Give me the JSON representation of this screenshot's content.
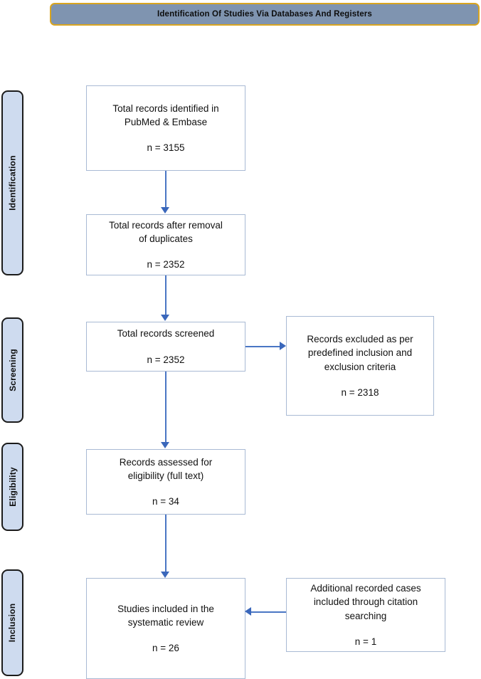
{
  "banner": {
    "title": "Identification Of Studies Via Databases And Registers",
    "fill_color": "#7f94b0",
    "border_color": "#d9a520"
  },
  "stages": [
    {
      "label": "Identification"
    },
    {
      "label": "Screening"
    },
    {
      "label": "Eligibility"
    },
    {
      "label": "Inclusion"
    }
  ],
  "boxes": {
    "identified": {
      "line1": "Total records identified in",
      "line2": "PubMed & Embase",
      "count": "n = 3155"
    },
    "deduplicated": {
      "line1": "Total records after removal",
      "line2": "of duplicates",
      "count": "n = 2352"
    },
    "screened": {
      "line1": "Total records screened",
      "count": "n = 2352"
    },
    "excluded": {
      "line1": "Records excluded as per",
      "line2": "predefined inclusion and",
      "line3": "exclusion criteria",
      "count": "n = 2318"
    },
    "assessed": {
      "line1": "Records assessed for",
      "line2": "eligibility (full text)",
      "count": "n = 34"
    },
    "included": {
      "line1": "Studies included in the",
      "line2": "systematic review",
      "count": "n = 26"
    },
    "citation": {
      "line1": "Additional recorded cases",
      "line2": "included through citation",
      "line3": "searching",
      "count": "n = 1"
    }
  },
  "colors": {
    "arrow": "#4a76c4",
    "box_border": "#a9bad4",
    "stage_fill": "#cedbef"
  }
}
